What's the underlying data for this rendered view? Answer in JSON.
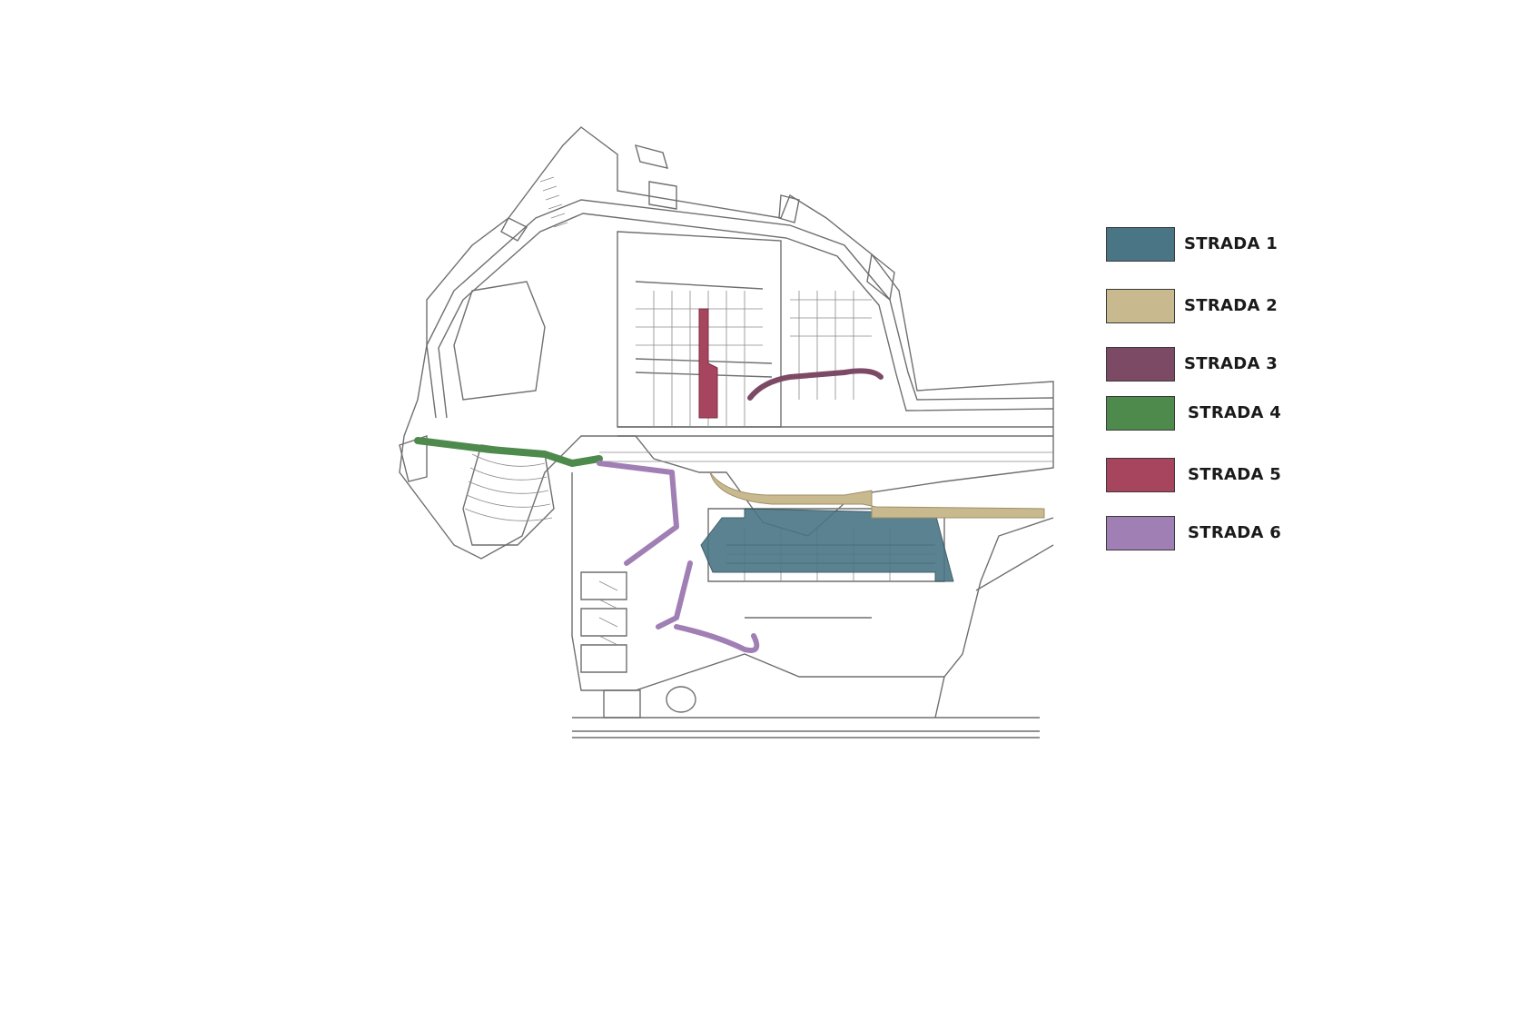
{
  "map": {
    "colors": {
      "outline": "#6f6f6f",
      "road_fill": "#ffffff",
      "dense_detail": "#8a8a8a"
    }
  },
  "legend": {
    "items": [
      {
        "label": "STRADA 1",
        "color": "#4a7585"
      },
      {
        "label": "STRADA 2",
        "color": "#c9b98e"
      },
      {
        "label": "STRADA 3",
        "color": "#7d4a66"
      },
      {
        "label": "STRADA 4",
        "color": "#4d8a4c"
      },
      {
        "label": "STRADA 5",
        "color": "#a8455e"
      },
      {
        "label": "STRADA 6",
        "color": "#a07fb4"
      }
    ]
  }
}
